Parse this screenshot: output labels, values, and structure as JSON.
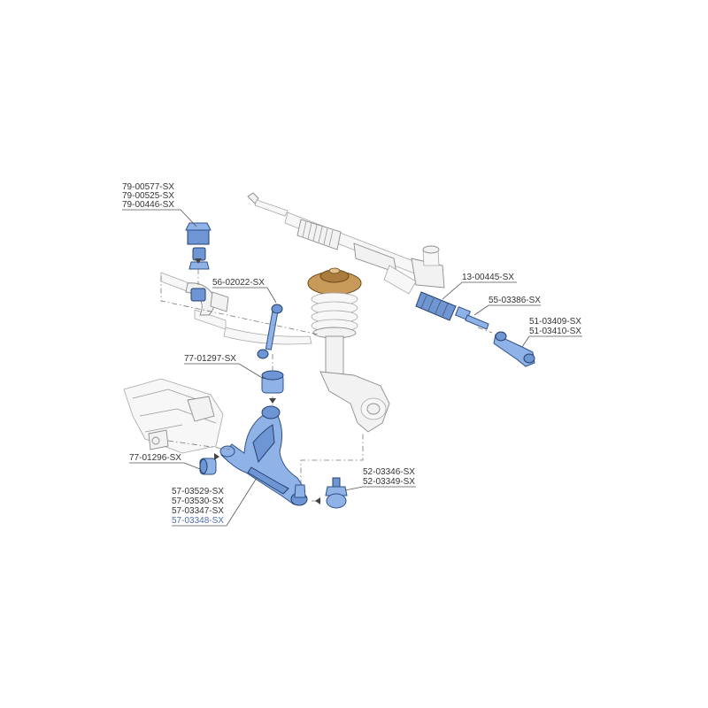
{
  "parts": {
    "stabilizer_bushing": [
      "79-00577-SX",
      "79-00525-SX",
      "79-00446-SX"
    ],
    "stabilizer_link": "56-02022-SX",
    "steering_rack_boot": "13-00445-SX",
    "inner_tie_rod": "55-03386-SX",
    "tie_rod_end": [
      "51-03409-SX",
      "51-03410-SX"
    ],
    "rear_arm_bushing": "77-01297-SX",
    "front_arm_bushing": "77-01296-SX",
    "ball_joint": [
      "52-03346-SX",
      "52-03349-SX"
    ],
    "control_arm": [
      "57-03529-SX",
      "57-03530-SX",
      "57-03347-SX",
      "57-03348-SX"
    ]
  },
  "colors": {
    "highlight_fill": "#8fb3e6",
    "highlight_stroke": "#2f5089",
    "spring_brown": "#c79a5a",
    "label_highlight": "#4f6fa8"
  }
}
